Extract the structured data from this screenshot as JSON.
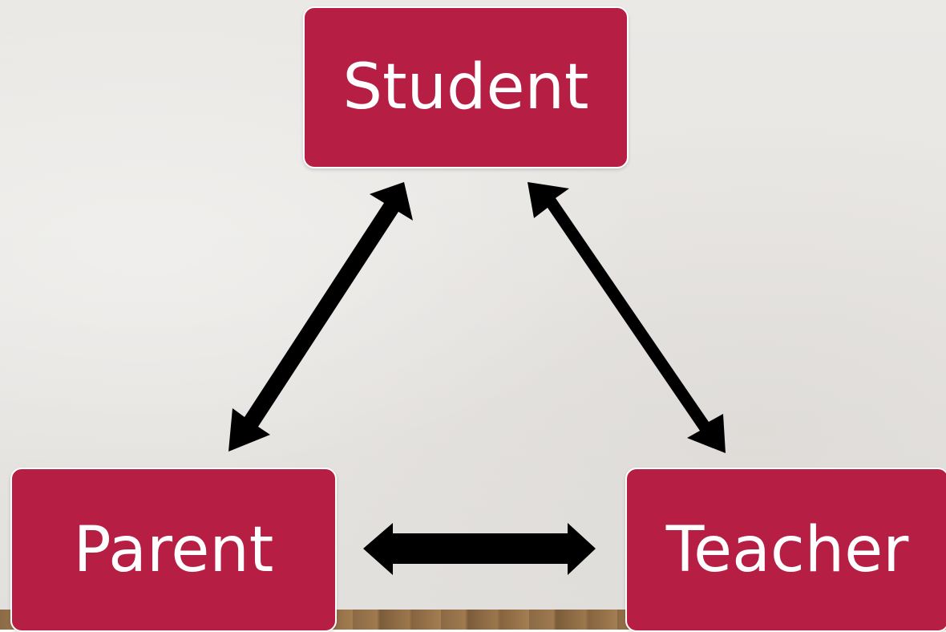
{
  "nodes": {
    "student": "Student",
    "parent": "Parent",
    "teacher": "Teacher"
  },
  "edges": [
    {
      "from": "Student",
      "to": "Parent",
      "direction": "bidirectional"
    },
    {
      "from": "Student",
      "to": "Teacher",
      "direction": "bidirectional"
    },
    {
      "from": "Parent",
      "to": "Teacher",
      "direction": "bidirectional"
    }
  ],
  "colors": {
    "node_fill": "#b61e43",
    "node_border": "#ffffff",
    "node_text": "#ffffff",
    "arrow": "#000000",
    "background": "#e8e6e3"
  }
}
